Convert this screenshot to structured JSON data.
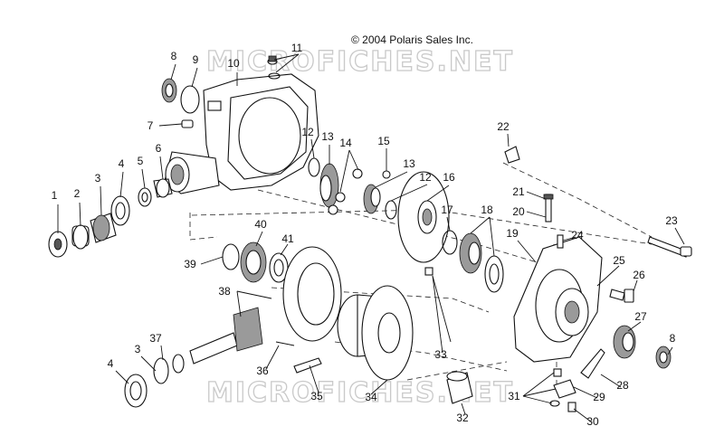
{
  "copyright": "© 2004 Polaris Sales Inc.",
  "watermark": "MICROFICHES.NET",
  "callouts": [
    "1",
    "2",
    "3",
    "4",
    "5",
    "6",
    "7",
    "8",
    "9",
    "10",
    "11",
    "12",
    "13",
    "14",
    "15",
    "12",
    "13",
    "16",
    "17",
    "18",
    "19",
    "20",
    "21",
    "22",
    "23",
    "24",
    "25",
    "26",
    "27",
    "8",
    "28",
    "29",
    "30",
    "31",
    "32",
    "33",
    "34",
    "35",
    "36",
    "37",
    "3",
    "4",
    "38",
    "39",
    "40",
    "41"
  ]
}
